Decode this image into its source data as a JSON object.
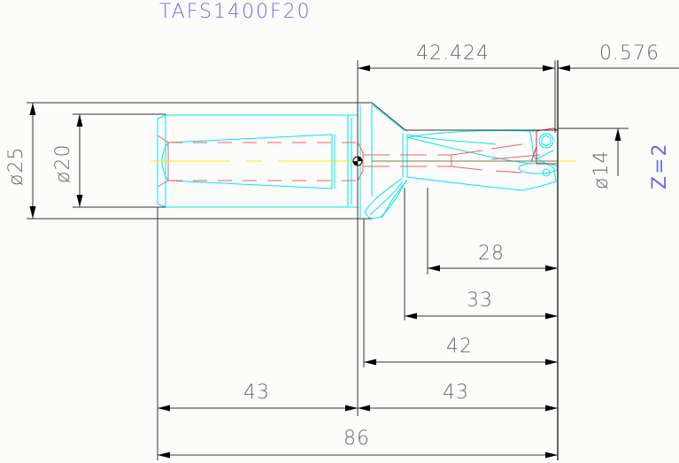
{
  "drawing": {
    "title": "TAFS1400F20",
    "colors": {
      "background": "#fcfdfb",
      "dimension_line": "#2a2a2a",
      "dimension_text": "#6a6a6a",
      "title_text": "#6b6bef",
      "tool_outline": "#00e5ee",
      "hidden_line": "#f06060",
      "centerline": "#f0f000",
      "insert_outline": "#c03030"
    },
    "dimensions": {
      "overhang_length": "42.424",
      "tip_offset": "0.576",
      "shank_diameter_outer": "ø25",
      "shank_diameter": "ø20",
      "drill_diameter": "ø14",
      "flute_count": "Z=2",
      "length_28": "28",
      "length_33": "33",
      "length_42": "42",
      "shank_length": "43",
      "body_length": "43",
      "overall_length": "86"
    }
  }
}
